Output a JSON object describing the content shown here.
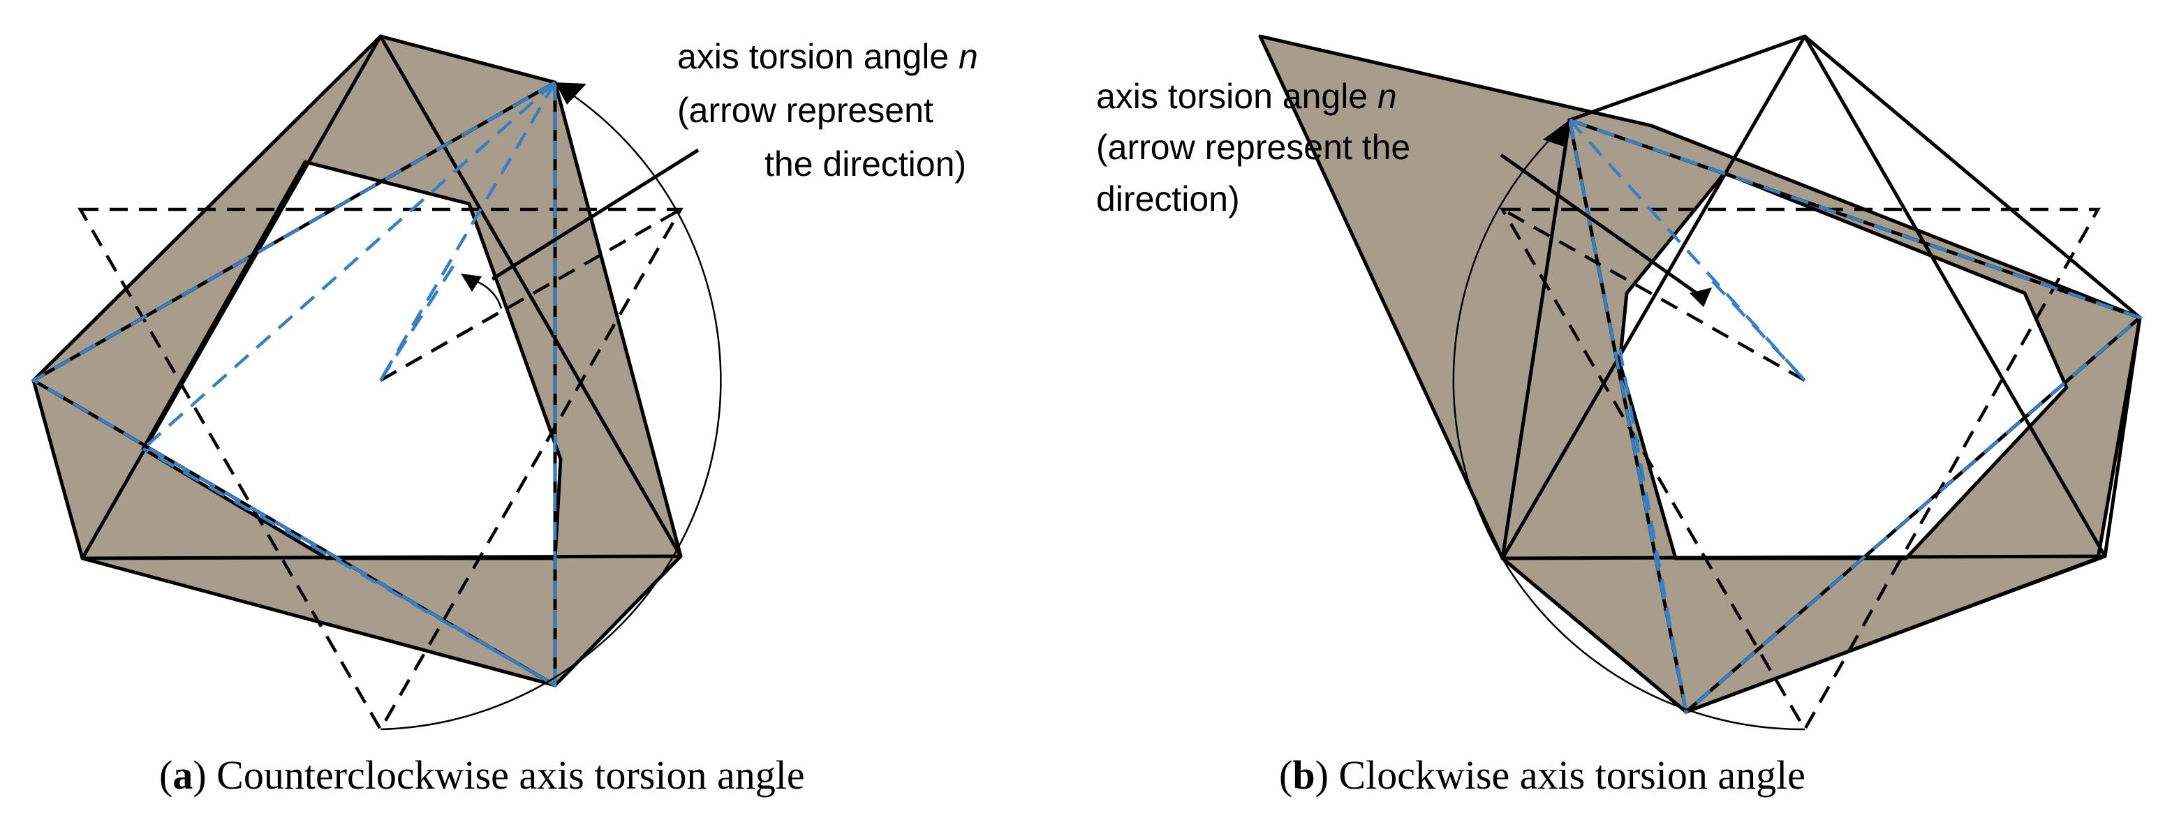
{
  "panel_a": {
    "annotation_line1_prefix": "axis torsion angle ",
    "annotation_line1_var": "n",
    "annotation_line2": "(arrow represent",
    "annotation_line3": "the direction)",
    "caption_letter": "a",
    "caption_text": "Counterclockwise axis torsion angle"
  },
  "panel_b": {
    "annotation_line1_prefix": "axis torsion angle ",
    "annotation_line1_var": "n",
    "annotation_line2": "(arrow represent the",
    "annotation_line3": "direction)",
    "caption_letter": "b",
    "caption_text": "Clockwise axis torsion angle"
  },
  "colors": {
    "band_fill": "#a89c8c",
    "blue_dashed": "#3a7fc1",
    "black": "#000000"
  }
}
